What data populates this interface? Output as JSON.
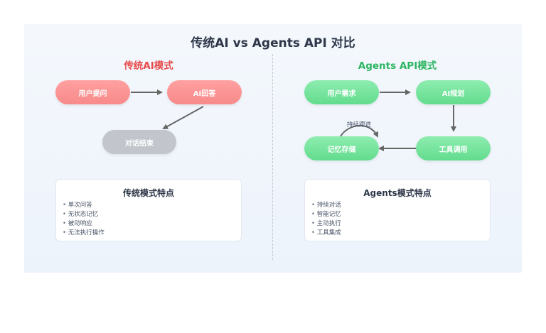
{
  "title": "传统AI vs Agents API 对比",
  "traditional": {
    "heading": "传统AI模式",
    "nodes": {
      "user_question": "用户提问",
      "ai_answer": "AI回答",
      "end": "对话结束"
    },
    "card": {
      "heading": "传统模式特点",
      "items": [
        "单次问答",
        "无状态记忆",
        "被动响应",
        "无法执行操作"
      ]
    }
  },
  "agents": {
    "heading": "Agents API模式",
    "nodes": {
      "user_need": "用户需求",
      "ai_plan": "AI规划",
      "tool_call": "工具调用",
      "memory": "记忆存储"
    },
    "loop_label": "持续跟进",
    "card": {
      "heading": "Agents模式特点",
      "items": [
        "持续对话",
        "智能记忆",
        "主动执行",
        "工具集成"
      ]
    }
  },
  "colors": {
    "traditional_accent": "#e84a4a",
    "agents_accent": "#2db562",
    "arrow": "#666666"
  }
}
